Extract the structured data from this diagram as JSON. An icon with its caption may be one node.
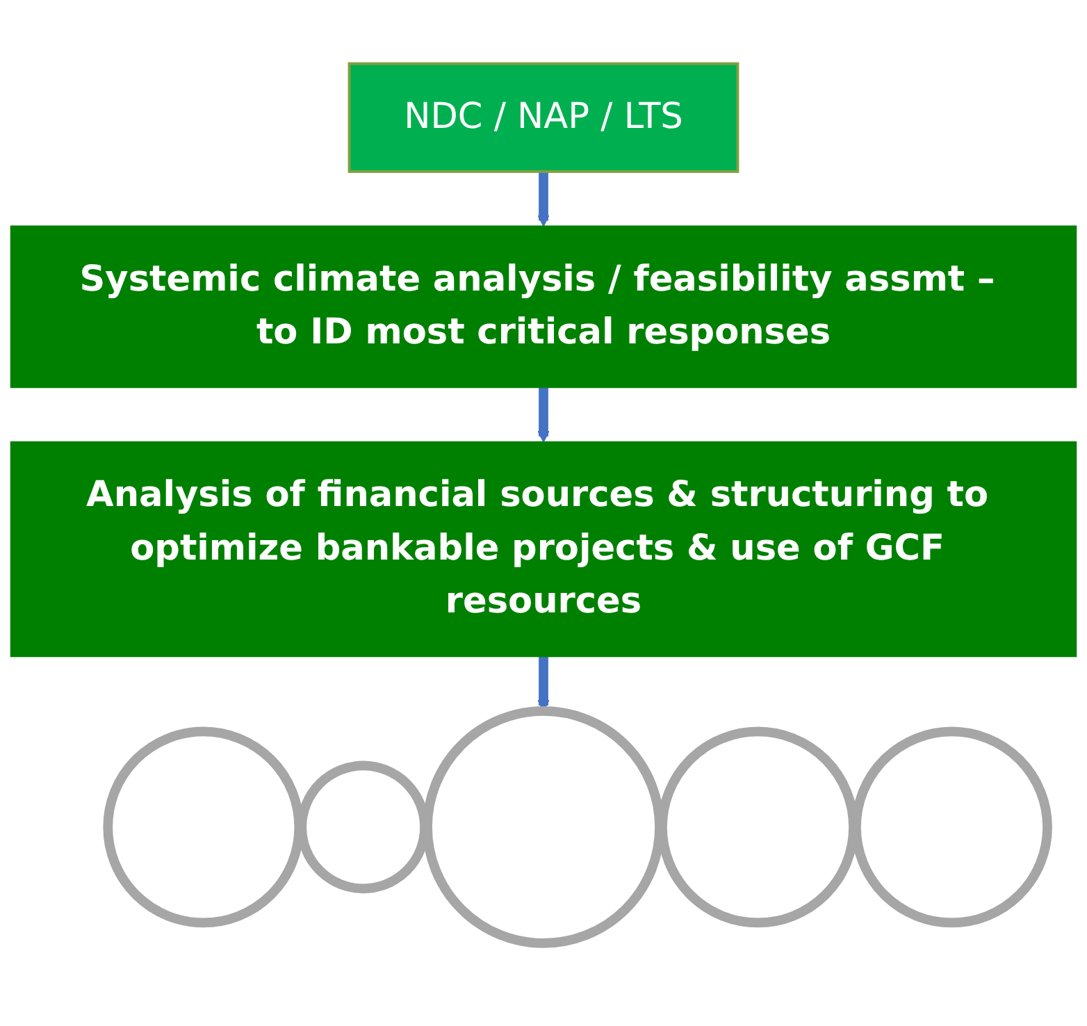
{
  "diagram": {
    "nodes": [
      {
        "text": [
          "NDC / NAP / LTS"
        ]
      },
      {
        "text": [
          "Systemic climate analysis / feasibility assmt – to ID most critical responses"
        ]
      },
      {
        "text": [
          "Analysis of financial sources & structuring to optimize bankable projects & use of GCF resources"
        ]
      },
      {
        "text": [],
        "shape": "circle"
      },
      {
        "text": [],
        "shape": "circle"
      },
      {
        "text": [],
        "shape": "circle"
      },
      {
        "text": [],
        "shape": "circle"
      },
      {
        "text": [],
        "shape": "circle"
      }
    ],
    "edges": [
      {
        "from": 0,
        "to": 1,
        "arrow": "to"
      },
      {
        "from": 1,
        "to": 2,
        "arrow": "to"
      },
      {
        "from": 2,
        "to": 5,
        "arrow": "to"
      }
    ]
  }
}
